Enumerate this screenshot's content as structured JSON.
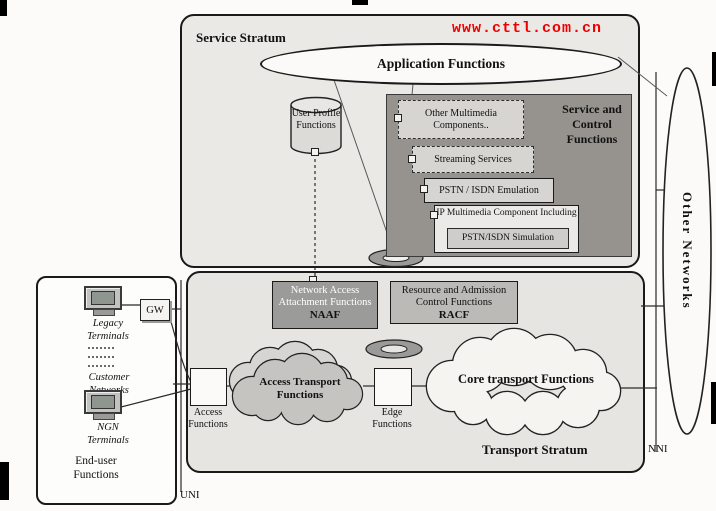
{
  "watermark": "www.cttl.com.cn",
  "strata": {
    "service": "Service Stratum",
    "transport": "Transport Stratum"
  },
  "application_functions": "Application Functions",
  "user_profile": "User Profile Functions",
  "service_control": {
    "label": "Service and Control Functions",
    "other_multimedia": "Other Multimedia Components..",
    "streaming": "Streaming Services",
    "pstn_emulation": "PSTN / ISDN Emulation",
    "ip_multimedia": "IP Multimedia Component Including",
    "pstn_simulation": "PSTN/ISDN Simulation"
  },
  "naaf": {
    "title": "Network Access Attachment Functions",
    "abbr": "NAAF"
  },
  "racf": {
    "title": "Resource and Admission Control Functions",
    "abbr": "RACF"
  },
  "transport": {
    "access_functions": "Access Functions",
    "access_transport": "Access Transport Functions",
    "edge_functions": "Edge Functions",
    "core_transport": "Core transport Functions"
  },
  "end_user": {
    "label": "End-user Functions",
    "legacy": "Legacy Terminals",
    "gw": "GW",
    "customer_networks": "Customer Networks",
    "ngn": "NGN Terminals"
  },
  "other_networks": "Other Networks",
  "uni": "UNI",
  "nni": "NNI",
  "colors": {
    "watermark_red": "#ee0000",
    "stratum_fill": "#ebe9e6",
    "dark_panel": "#96938e"
  }
}
